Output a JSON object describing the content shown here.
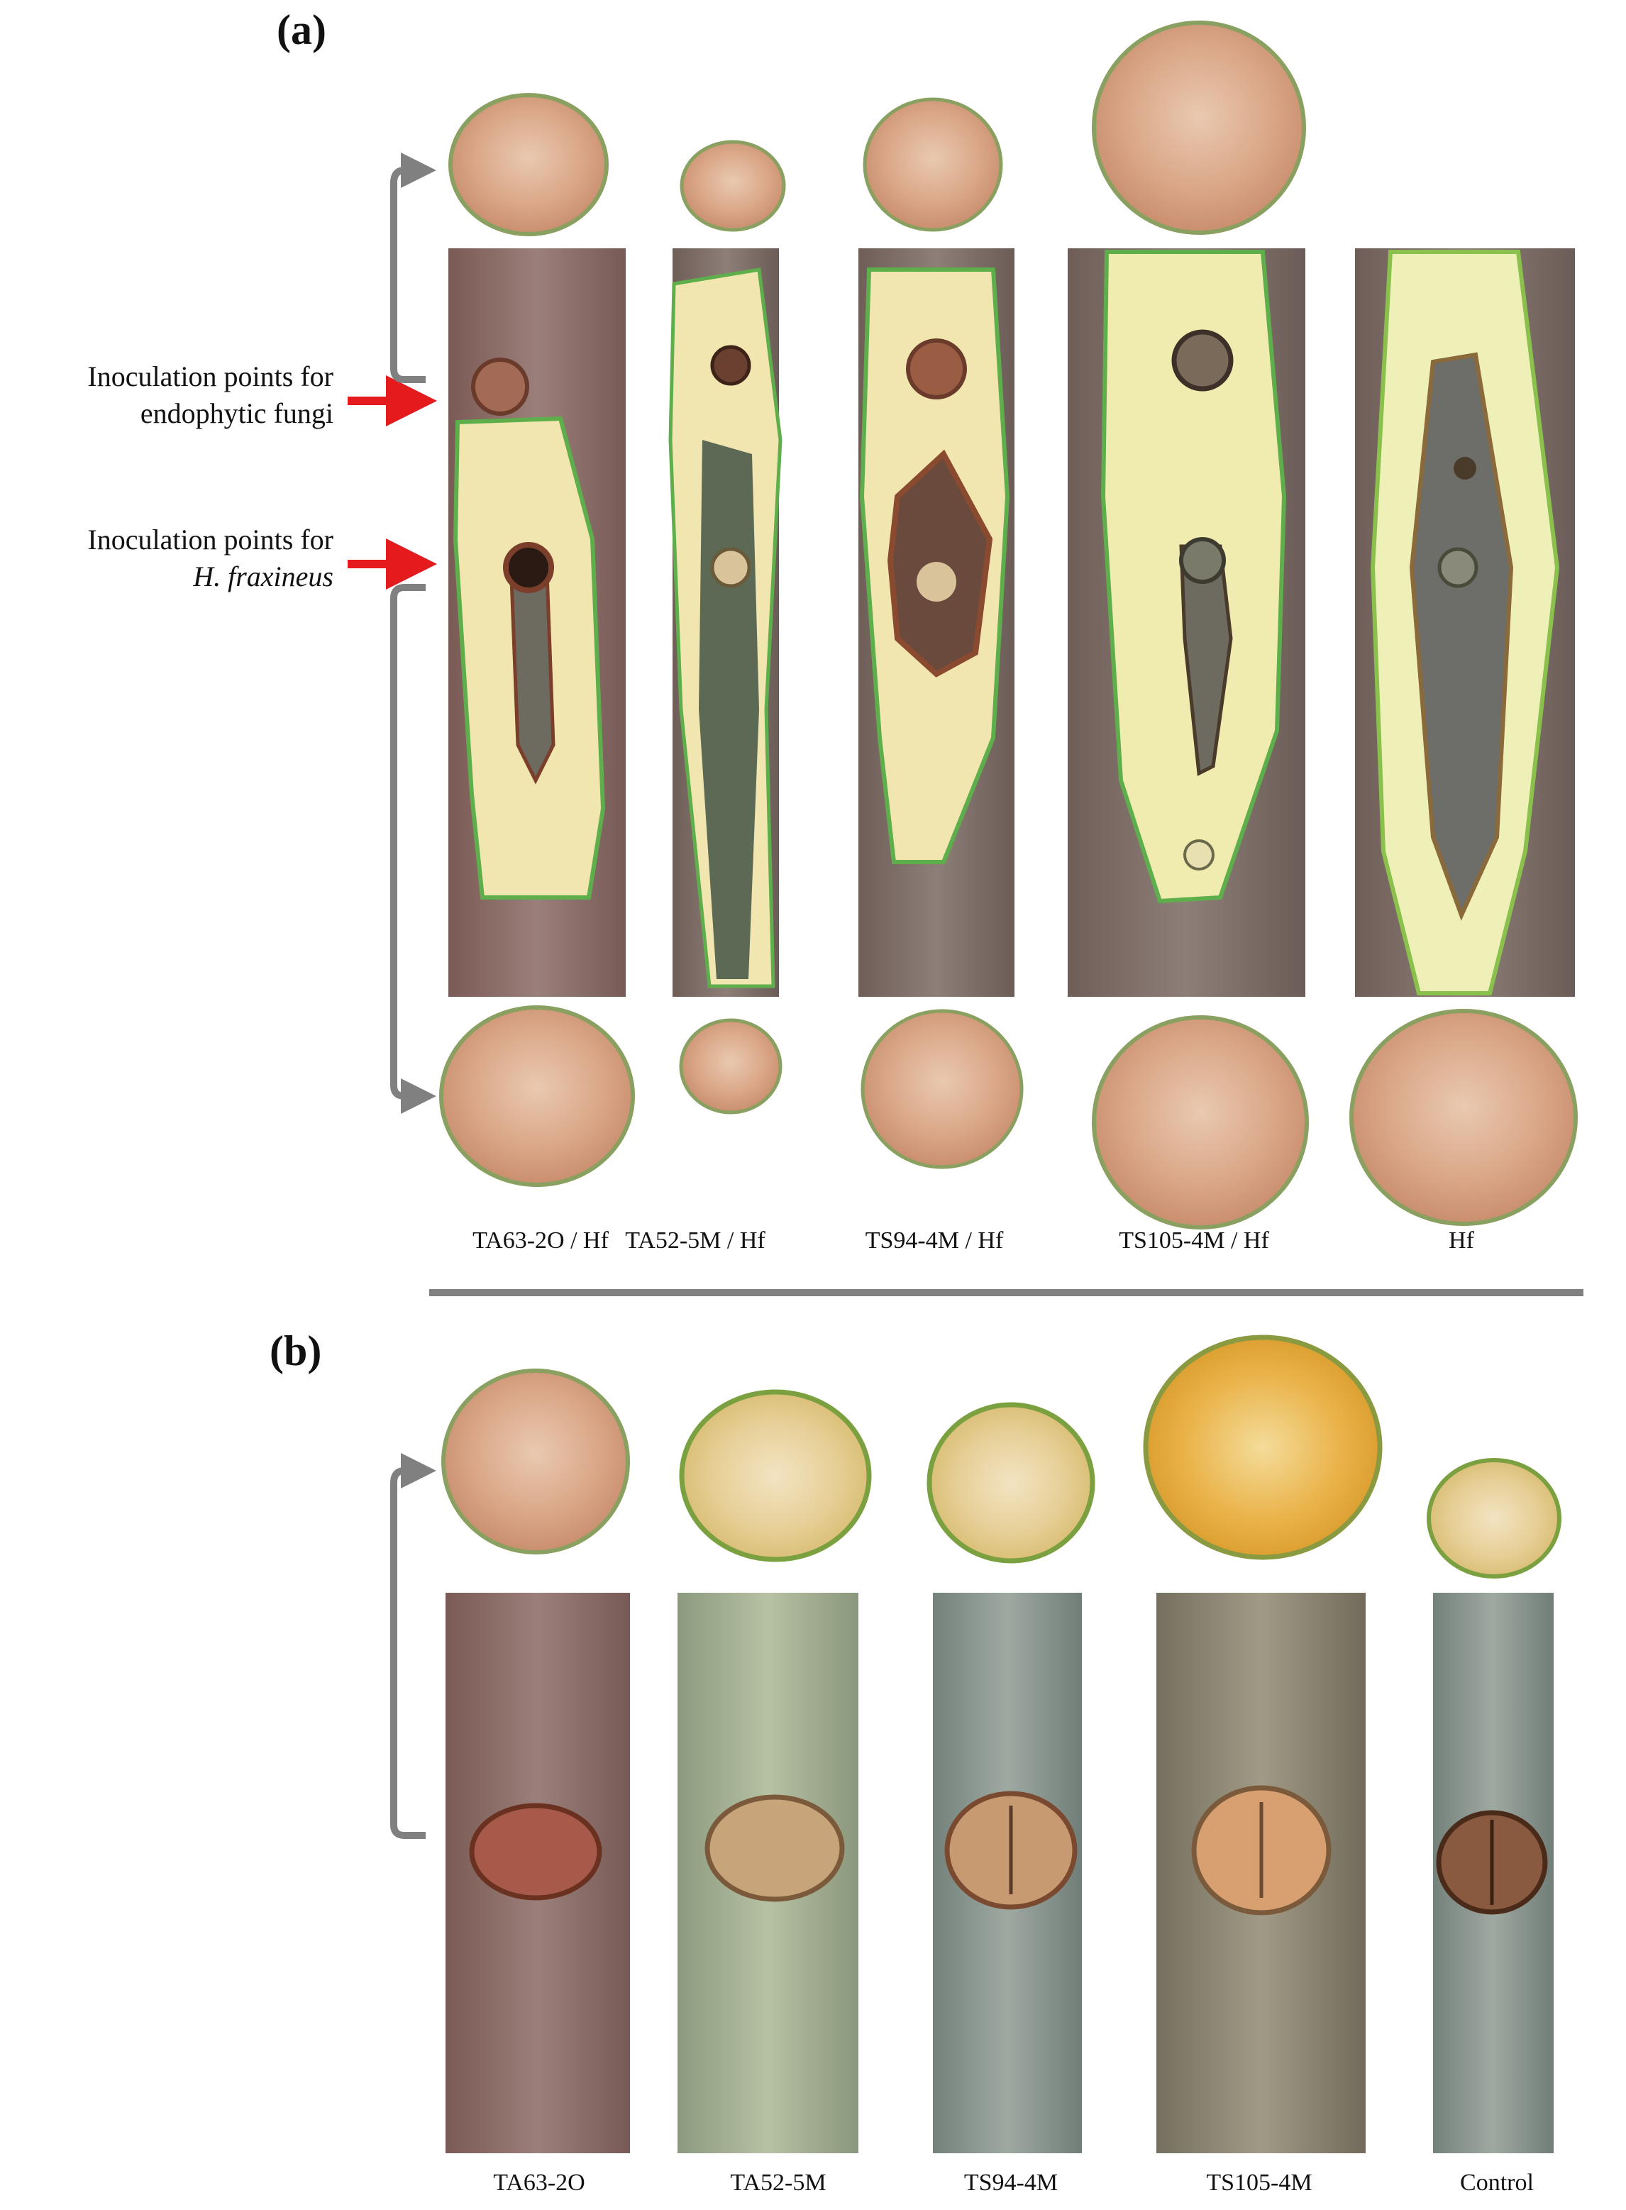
{
  "panel_a": {
    "label": "(a)",
    "annotation_endophytic": {
      "line1": "Inoculation points for",
      "line2": "endophytic fungi"
    },
    "annotation_hf": {
      "line1": "Inoculation points for",
      "line2": "H. fraxineus"
    },
    "captions": [
      "TA63-2O / Hf",
      "TA52-5M / Hf",
      "TS94-4M / Hf",
      "TS105-4M / Hf",
      "Hf"
    ]
  },
  "panel_b": {
    "label": "(b)",
    "captions": [
      "TA63-2O",
      "TA52-5M",
      "TS94-4M",
      "TS105-4M",
      "Control"
    ]
  },
  "colors": {
    "arrow": "#e41a1c",
    "bracket": "#808080",
    "separator": "#808080",
    "bark": "#7d6a62",
    "wood": "#f2e6b0",
    "lesion": "#6d6a60"
  }
}
